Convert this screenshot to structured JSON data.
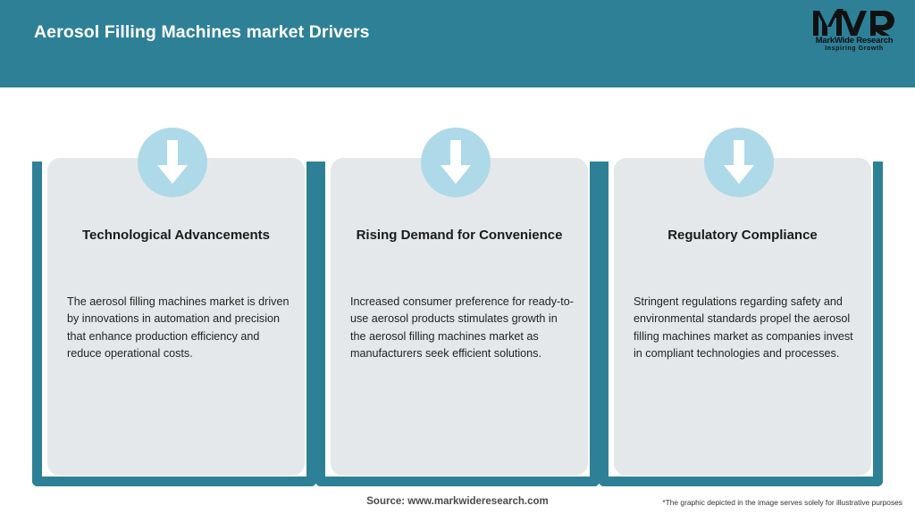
{
  "header": {
    "title": "Aerosol Filling Machines market Drivers",
    "bar_color": "#2e8097",
    "title_color": "#ffffff"
  },
  "logo": {
    "mark": "MWR",
    "name": "MarkWide Research",
    "tagline": "Inspiring Growth"
  },
  "theme": {
    "accent": "#2e8097",
    "card_bg": "#e5e8ea",
    "badge_bg": "#aed9e8",
    "arrow_color": "#ffffff",
    "page_bg": "#ffffff"
  },
  "cards": [
    {
      "icon": "arrow-down-icon",
      "title": "Technological Advancements",
      "body": "The aerosol filling machines market is driven by innovations in automation and precision that enhance production efficiency and reduce operational costs."
    },
    {
      "icon": "arrow-down-icon",
      "title": "Rising Demand for Convenience",
      "body": "Increased consumer preference for ready-to-use aerosol products stimulates growth in the aerosol filling machines market as manufacturers seek efficient solutions."
    },
    {
      "icon": "arrow-down-icon",
      "title": "Regulatory Compliance",
      "body": "Stringent regulations regarding safety and environmental standards propel the aerosol filling machines market as companies invest in compliant technologies and processes."
    }
  ],
  "footer": {
    "source": "Source: www.markwideresearch.com",
    "disclaimer": "*The graphic depicted in the image serves solely for illustrative purposes"
  }
}
